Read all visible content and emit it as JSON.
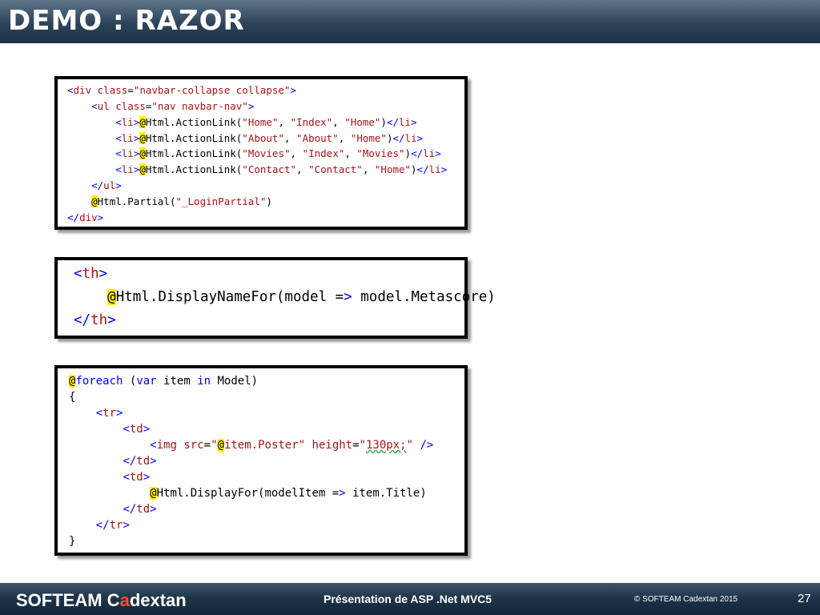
{
  "header": {
    "title": "DEMO : RAZOR"
  },
  "code_blocks": [
    {
      "lines": [
        "<div class=\"navbar-collapse collapse\">",
        "    <ul class=\"nav navbar-nav\">",
        "        <li>@Html.ActionLink(\"Home\", \"Index\", \"Home\")</li>",
        "        <li>@Html.ActionLink(\"About\", \"About\", \"Home\")</li>",
        "        <li>@Html.ActionLink(\"Movies\", \"Index\", \"Movies\")</li>",
        "        <li>@Html.ActionLink(\"Contact\", \"Contact\", \"Home\")</li>",
        "    </ul>",
        "    @Html.Partial(\"_LoginPartial\")",
        "</div>"
      ]
    },
    {
      "lines": [
        "<th>",
        "    @Html.DisplayNameFor(model => model.Metascore)",
        "</th>"
      ]
    },
    {
      "lines": [
        "@foreach (var item in Model)",
        "{",
        "    <tr>",
        "        <td>",
        "            <img src=\"@item.Poster\" height=\"130px;\" />",
        "        </td>",
        "        <td>",
        "            @Html.DisplayFor(modelItem => item.Title)",
        "        </td>",
        "    </tr>",
        "}"
      ]
    }
  ],
  "footer": {
    "logo_part1": "SOFTEAM C",
    "logo_part2": "a",
    "logo_part3": "dextan",
    "presentation": "Présentation de ASP .Net MVC5",
    "copyright": "© SOFTEAM Cadextan 2015",
    "page_number": "27"
  },
  "colors": {
    "header_bg": "#2c4358",
    "footer_bg": "#1d3348",
    "keyword": "#0000ff",
    "string": "#a31515",
    "razor_highlight": "#ffee00",
    "logo_accent": "#ff4a3a"
  }
}
